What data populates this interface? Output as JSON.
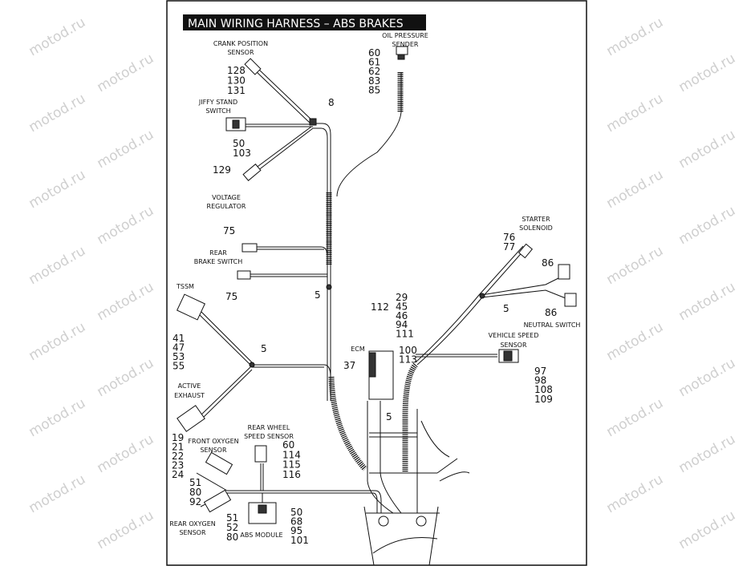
{
  "title": "MAIN WIRING  HARNESS – ABS BRAKES",
  "watermark": "motod.ru",
  "components": {
    "crank_position_sensor": {
      "label": [
        "CRANK POSITION",
        "SENSOR"
      ],
      "refs": [
        "128",
        "130",
        "131"
      ]
    },
    "jiffy_stand_switch": {
      "label": [
        "JIFFY STAND",
        "SWITCH"
      ],
      "refs": [
        "50",
        "103"
      ]
    },
    "voltage_regulator": {
      "label": [
        "VOLTAGE",
        "REGULATOR"
      ],
      "refs": [
        "129"
      ]
    },
    "clip_8": {
      "refs": [
        "8"
      ]
    },
    "oil_pressure_sender": {
      "label": [
        "OIL PRESSURE",
        "SENDER"
      ],
      "refs": [
        "60",
        "61",
        "62",
        "83",
        "85"
      ]
    },
    "rear_brake_switch": {
      "label": [
        "REAR",
        "BRAKE SWITCH"
      ],
      "refs": [
        "75",
        "75"
      ]
    },
    "clip_5_upper": {
      "refs": [
        "5"
      ]
    },
    "tssm": {
      "label": [
        "TSSM"
      ],
      "refs": [
        "41",
        "47",
        "53",
        "55"
      ]
    },
    "clip_5_left": {
      "refs": [
        "5"
      ]
    },
    "active_exhaust": {
      "label": [
        "ACTIVE",
        "EXHAUST"
      ],
      "refs": [
        "19",
        "21",
        "22",
        "23",
        "24"
      ]
    },
    "ecm": {
      "label": [
        "ECM"
      ],
      "refs": [
        "37"
      ],
      "refs_right": [
        "29",
        "45",
        "46",
        "94",
        "111"
      ],
      "refs_lower": [
        "100",
        "113"
      ],
      "strap": [
        "112"
      ],
      "clip": [
        "5"
      ]
    },
    "starter_solenoid": {
      "label": [
        "STARTER",
        "SOLENOID"
      ],
      "refs": [
        "76",
        "77"
      ]
    },
    "neutral_switch": {
      "label": [
        "NEUTRAL SWITCH"
      ],
      "refs": [
        "86",
        "86"
      ]
    },
    "clip_5_right": {
      "refs": [
        "5"
      ]
    },
    "vehicle_speed_sensor": {
      "label": [
        "VEHICLE SPEED",
        "SENSOR"
      ],
      "refs": [
        "97",
        "98",
        "108",
        "109"
      ]
    },
    "front_oxygen_sensor": {
      "label": [
        "FRONT OXYGEN",
        "SENSOR"
      ],
      "refs": [
        "51",
        "80",
        "92"
      ]
    },
    "rear_wheel_speed_sensor": {
      "label": [
        "REAR WHEEL",
        "SPEED SENSOR"
      ],
      "refs": [
        "60",
        "114",
        "115",
        "116"
      ]
    },
    "rear_oxygen_sensor": {
      "label": [
        "REAR OXYGEN",
        "SENSOR"
      ],
      "refs": [
        "51",
        "52",
        "80"
      ]
    },
    "abs_module": {
      "label": [
        "ABS MODULE"
      ],
      "refs": [
        "50",
        "68",
        "95",
        "101"
      ]
    }
  }
}
